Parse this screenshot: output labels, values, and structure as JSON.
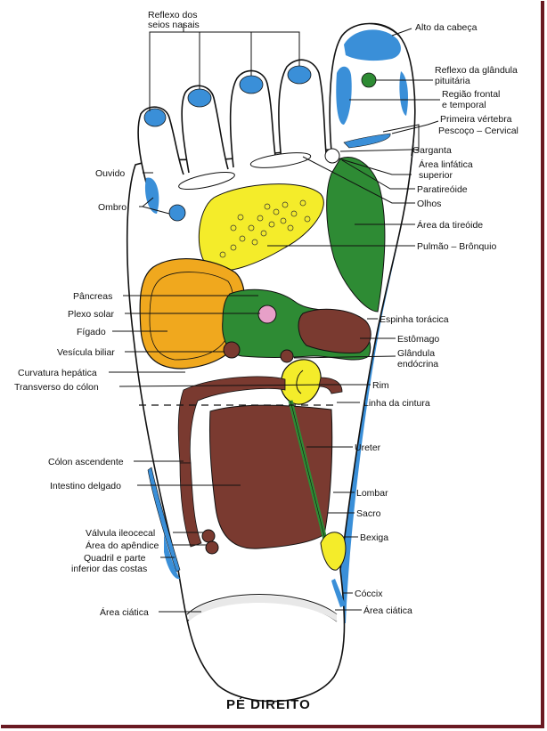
{
  "title": "PÉ DIREITO",
  "colors": {
    "blue": "#3a8fd8",
    "yellow": "#f4ec2a",
    "orange": "#f0a81e",
    "green": "#2e8b34",
    "brown": "#7a3a30",
    "pink": "#e7a0c8",
    "frame": "#6a1a22"
  },
  "labels": {
    "reflexo_seios_1": "Reflexo dos",
    "reflexo_seios_2": "seios nasais",
    "alto_cabeca": "Alto da cabeça",
    "pituitaria_1": "Reflexo da glândula",
    "pituitaria_2": "pituitária",
    "regiao_frontal_1": "Região frontal",
    "regiao_frontal_2": "e temporal",
    "primeira_vertebra_1": "Primeira vértebra",
    "primeira_vertebra_2": "Pescoço – Cervical",
    "garganta": "Garganta",
    "linfatica_1": "Área linfática",
    "linfatica_2": "superior",
    "paratireoide": "Paratireóide",
    "olhos": "Olhos",
    "tireoide": "Área da tireóide",
    "pulmao": "Pulmão – Brônquio",
    "ouvido": "Ouvido",
    "ombro": "Ombro",
    "pancreas": "Pâncreas",
    "plexo": "Plexo solar",
    "figado": "Fígado",
    "vesicula": "Vesícula biliar",
    "curvatura": "Curvatura hepática",
    "transverso": "Transverso do cólon",
    "espinha": "Espinha torácica",
    "estomago": "Estômago",
    "glandula_1": "Glândula",
    "glandula_2": "endócrina",
    "rim": "Rim",
    "cintura": "Linha da cintura",
    "ureter": "Ureter",
    "colon_asc": "Cólon ascendente",
    "intestino": "Intestino delgado",
    "lombar": "Lombar",
    "sacro": "Sacro",
    "valvula": "Válvula ileocecal",
    "apendice": "Área do apêndice",
    "bexiga": "Bexiga",
    "quadril_1": "Quadril e parte",
    "quadril_2": "inferior das costas",
    "coccix": "Cóccix",
    "ciatica_left": "Área ciática",
    "ciatica_right": "Área ciática"
  }
}
